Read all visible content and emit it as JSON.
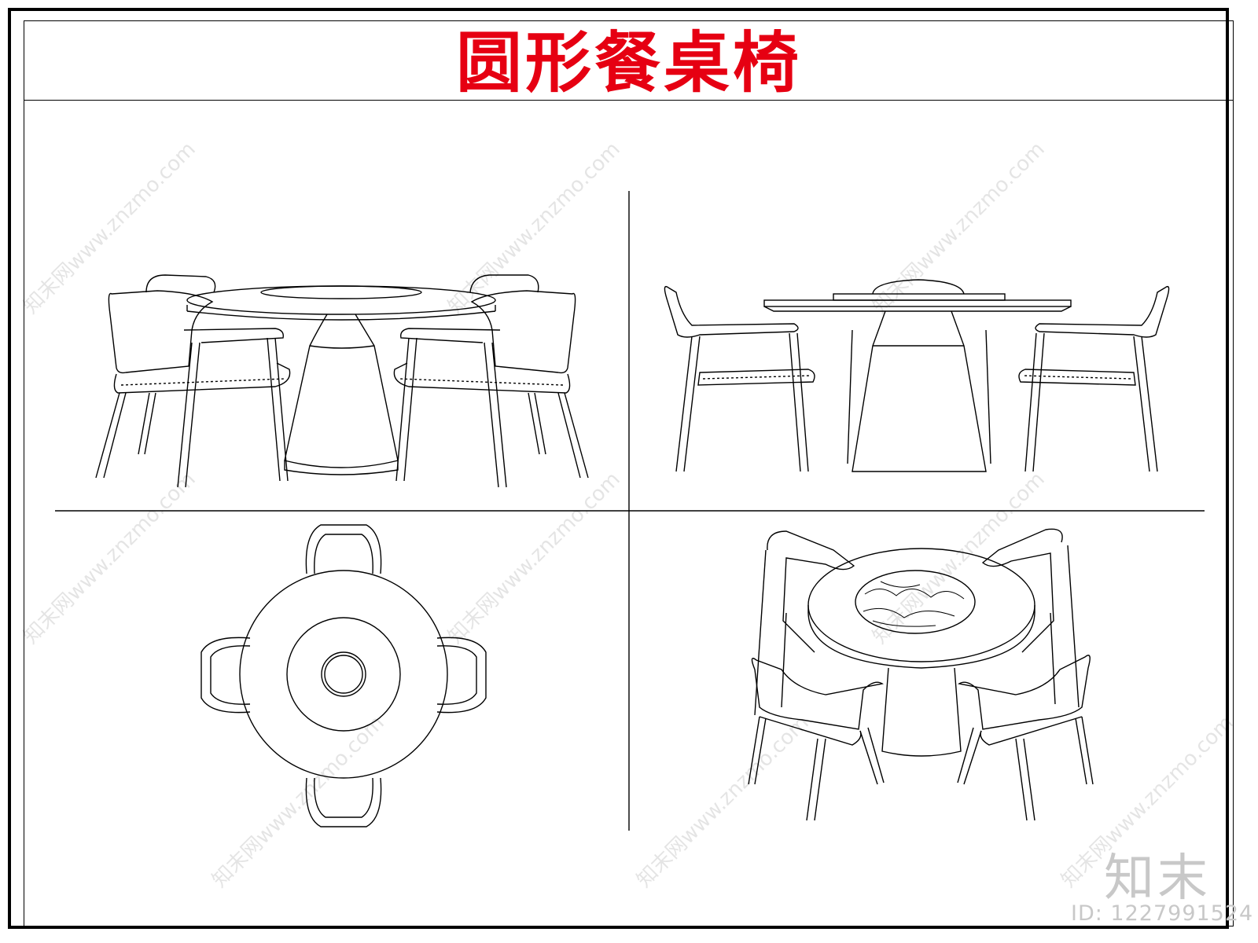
{
  "title": "圆形餐桌椅",
  "watermark": {
    "logo_text": "知末",
    "id_text": "ID: 1227991524",
    "diagonal_text": "知末网www.znzmo.com"
  },
  "colors": {
    "title": "#e60012",
    "line": "#000000",
    "watermark": "#c8c8c8"
  }
}
